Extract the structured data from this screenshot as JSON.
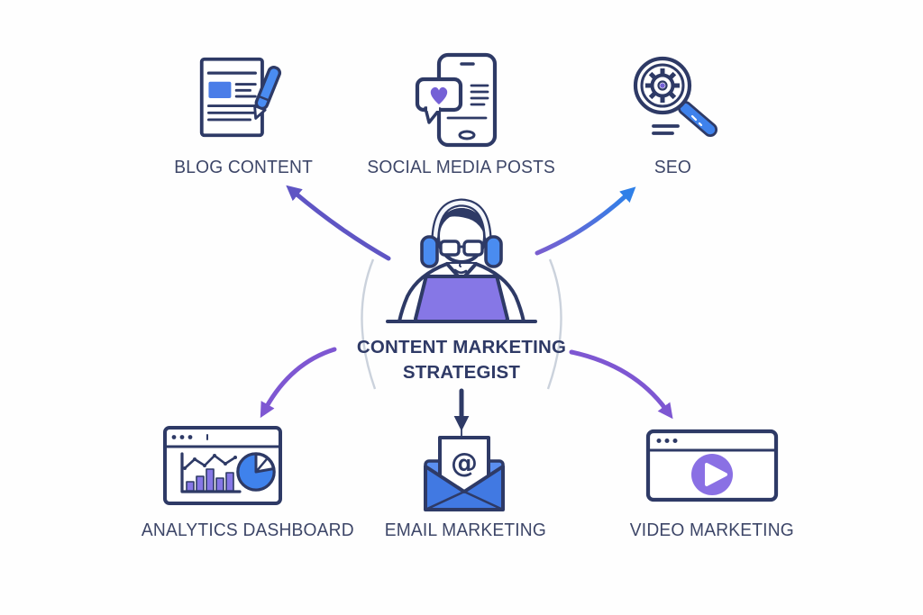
{
  "diagram": {
    "center": {
      "title_line1": "CONTENT MARKETING",
      "title_line2": "STRATEGIST",
      "figure": "person-with-headphones-at-laptop"
    },
    "nodes": [
      {
        "id": "blog-content",
        "label": "BLOG CONTENT",
        "icon": "blog-document-pen-icon"
      },
      {
        "id": "social-media-posts",
        "label": "SOCIAL MEDIA POSTS",
        "icon": "smartphone-like-bubble-icon"
      },
      {
        "id": "seo",
        "label": "SEO",
        "icon": "magnifier-gear-icon"
      },
      {
        "id": "analytics-dashboard",
        "label": "ANALYTICS DASHBOARD",
        "icon": "browser-charts-icon"
      },
      {
        "id": "email-marketing",
        "label": "EMAIL MARKETING",
        "icon": "open-envelope-at-icon",
        "at_symbol": "@"
      },
      {
        "id": "video-marketing",
        "label": "VIDEO MARKETING",
        "icon": "browser-play-icon"
      }
    ],
    "colors": {
      "outline_navy": "#2e3a66",
      "label_text": "#3d4668",
      "title_text": "#2f3a66",
      "blue": "#3f82ec",
      "royal_blue": "#4a7de8",
      "envelope_blue": "#4179e2",
      "envelope_light_blue": "#5b8ff0",
      "purple": "#8677e6",
      "play_purple": "#8a70e4",
      "heart_violet": "#7561d6",
      "arrow_indigo": "#5f55c4",
      "arrow_violet": "#7e57d2",
      "arrow_blue": "#2f80e8",
      "arc_gray": "#cbd2dc",
      "background": "#fefefe"
    }
  }
}
